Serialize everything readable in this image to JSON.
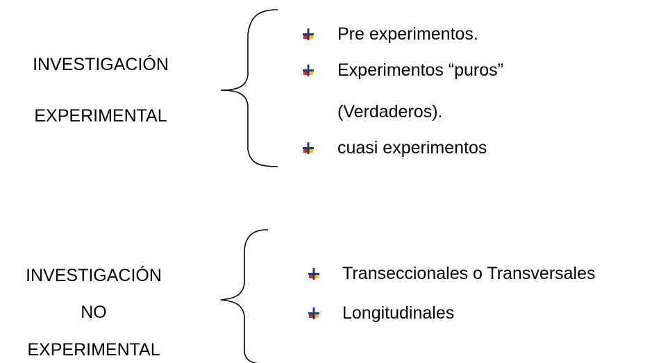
{
  "group1": {
    "label_line1": "INVESTIGACIÓN",
    "label_line2": "EXPERIMENTAL",
    "items": [
      "Pre experimentos.",
      "Experimentos “puros”",
      "(Verdaderos).",
      "cuasi experimentos"
    ]
  },
  "group2": {
    "label_line1": "INVESTIGACIÓN",
    "label_line2": "NO",
    "label_line3": "EXPERIMENTAL",
    "items": [
      "Transeccionales o Transversales",
      "Longitudinales"
    ]
  },
  "colors": {
    "bullet_blue": "#1f3c88",
    "bullet_yellow": "#f2c200",
    "bullet_red": "#d62828",
    "bullet_purple": "#9b59b6"
  },
  "icons": {
    "bullet": "colored-cross-bullet-icon"
  }
}
